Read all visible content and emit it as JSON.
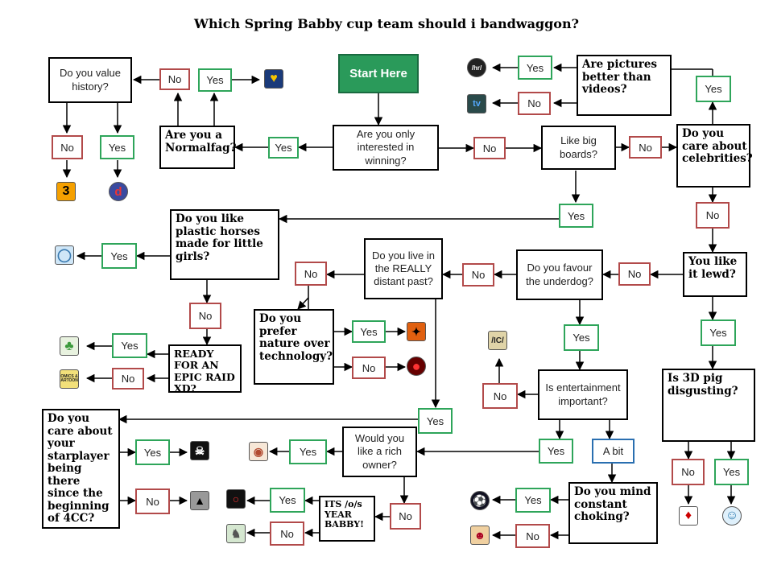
{
  "title": "Which Spring Babby cup team should i bandwaggon?",
  "nodes": {
    "start": "Start Here",
    "only_winning": "Are you only interested in winning?",
    "normalfag": "Are you a Normalfag?",
    "value_history": "Do you value history?",
    "big_boards": "Like big boards?",
    "pictures_videos": "Are pictures better than videos?",
    "celebrities": "Do you care about celebrities?",
    "lewd": "You like it lewd?",
    "underdog": "Do you favour the underdog?",
    "distant_past": "Do you live in the REALLY distant past?",
    "plastic_horses": "Do you like plastic horses made for little girls?",
    "nature_tech": "Do you prefer nature over technology?",
    "epic_raid": "READY FOR AN EPIC RAID XD?",
    "entertainment": "Is entertainment important?",
    "pig": "Is 3D pig disgusting?",
    "rich_owner": "Would you like a rich owner?",
    "starplayer": "Do you care about your starplayer being there since the beginning of 4CC?",
    "o_s_year": "ITS /o/s YEAR BABBY!",
    "choking": "Do you mind constant choking?"
  },
  "answers": {
    "yes": "Yes",
    "no": "No",
    "a_bit": "A bit"
  },
  "icons": {
    "bird": "yellow-bird-icon",
    "hr": "/hr/",
    "tv": "tv",
    "three": "3",
    "d": "d",
    "ic": "/IC/",
    "clover": "clover-icon",
    "comics": "COMICS & CARTOONS",
    "colors": {
      "green_border": "#2ea55a",
      "red_border": "#b24a4a",
      "blue_border": "#2a6fb0",
      "start_fill": "#2a9a5a"
    }
  }
}
